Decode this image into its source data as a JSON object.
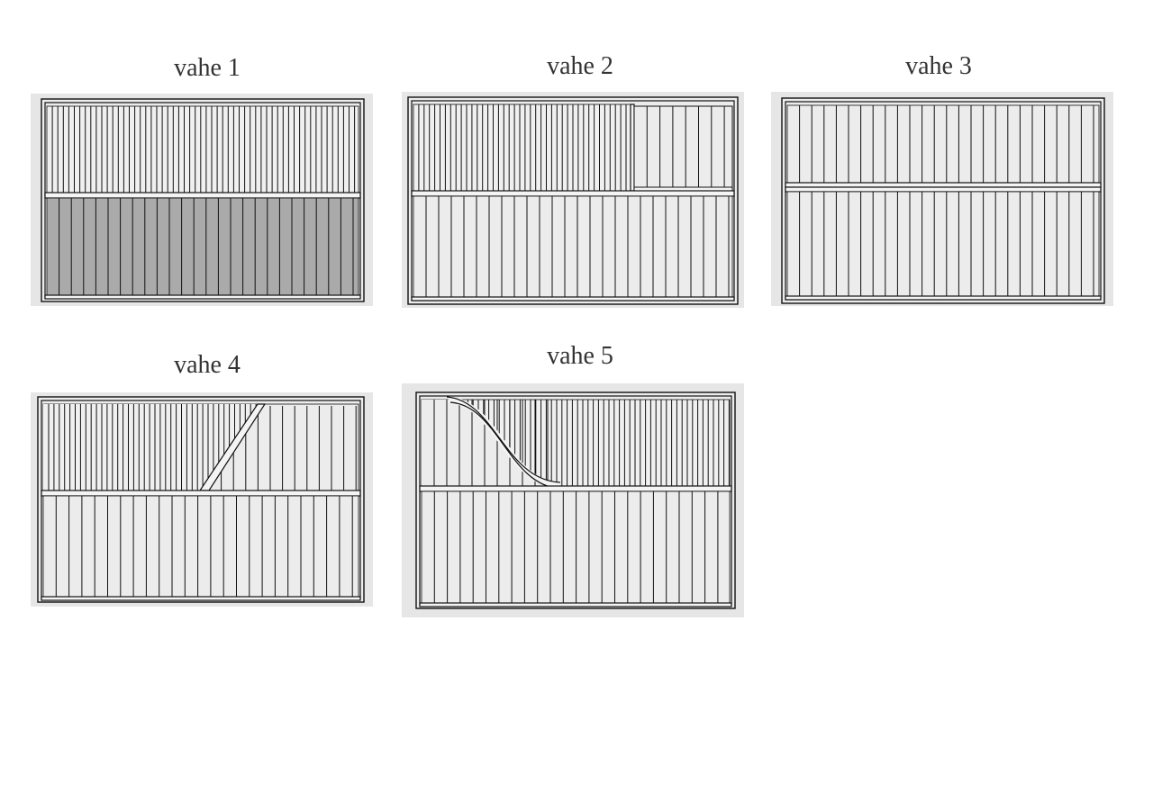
{
  "panels": [
    {
      "id": "panel-1",
      "title": "vahe 1",
      "top_style": "bars",
      "bottom_style": "boards",
      "bottom_fill": "#aaaaaa",
      "divider": "single-rail"
    },
    {
      "id": "panel-2",
      "title": "vahe 2",
      "top_style": "bars-left-boards-right",
      "bottom_style": "boards",
      "bottom_fill": "#ececec",
      "divider": "single-rail"
    },
    {
      "id": "panel-3",
      "title": "vahe 3",
      "top_style": "boards",
      "bottom_style": "boards",
      "bottom_fill": "#ececec",
      "divider": "double-rail"
    },
    {
      "id": "panel-4",
      "title": "vahe 4",
      "top_style": "bars-left-boards-right-diagonal",
      "bottom_style": "boards",
      "bottom_fill": "#ececec",
      "divider": "single-rail"
    },
    {
      "id": "panel-5",
      "title": "vahe 5",
      "top_style": "boards-left-bars-right-curve",
      "bottom_style": "boards",
      "bottom_fill": "#ececec",
      "divider": "single-rail"
    }
  ],
  "colors": {
    "background": "#e6e6e6",
    "board_fill": "#ececec",
    "dark_board_fill": "#aaaaaa",
    "line": "#111111"
  }
}
